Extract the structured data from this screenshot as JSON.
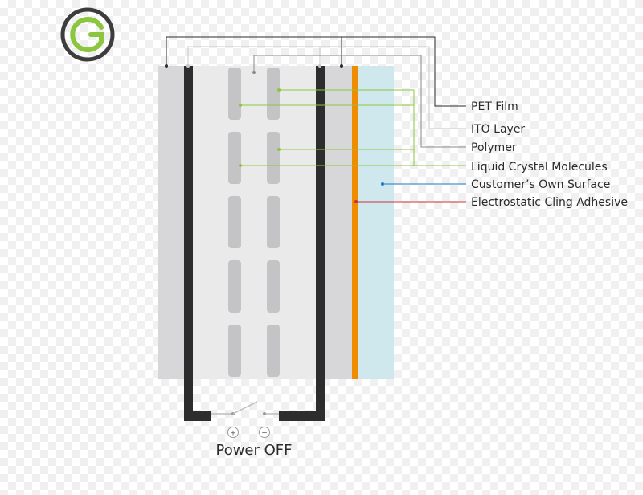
{
  "logo": {
    "letter": "G",
    "colors": {
      "ring": "#3d3d3d",
      "mark": "#8cc63f"
    }
  },
  "labels": [
    {
      "key": "pet-film",
      "text": "PET Film",
      "color": "#2b2b2b"
    },
    {
      "key": "ito-layer",
      "text": "ITO Layer",
      "color": "#c8c8c8"
    },
    {
      "key": "polymer",
      "text": "Polymer",
      "color": "#8a8a8a"
    },
    {
      "key": "liquid-crystal",
      "text": "Liquid Crystal Molecules",
      "color": "#8cc63f"
    },
    {
      "key": "customer-surface",
      "text": "Customer’s Own Surface",
      "color": "#1f78c8"
    },
    {
      "key": "cling-adhesive",
      "text": "Electrostatic Cling Adhesive",
      "color": "#c8323c"
    }
  ],
  "circuit": {
    "plus": "+",
    "minus": "−",
    "status": "Power OFF"
  },
  "colors": {
    "pet": "#d7d7d9",
    "ito": "#2d2d2d",
    "polymer": "#eaeaea",
    "crystal": "#c4c4c6",
    "adhesive": "#f08c00",
    "surface": "#cfe8ee"
  }
}
